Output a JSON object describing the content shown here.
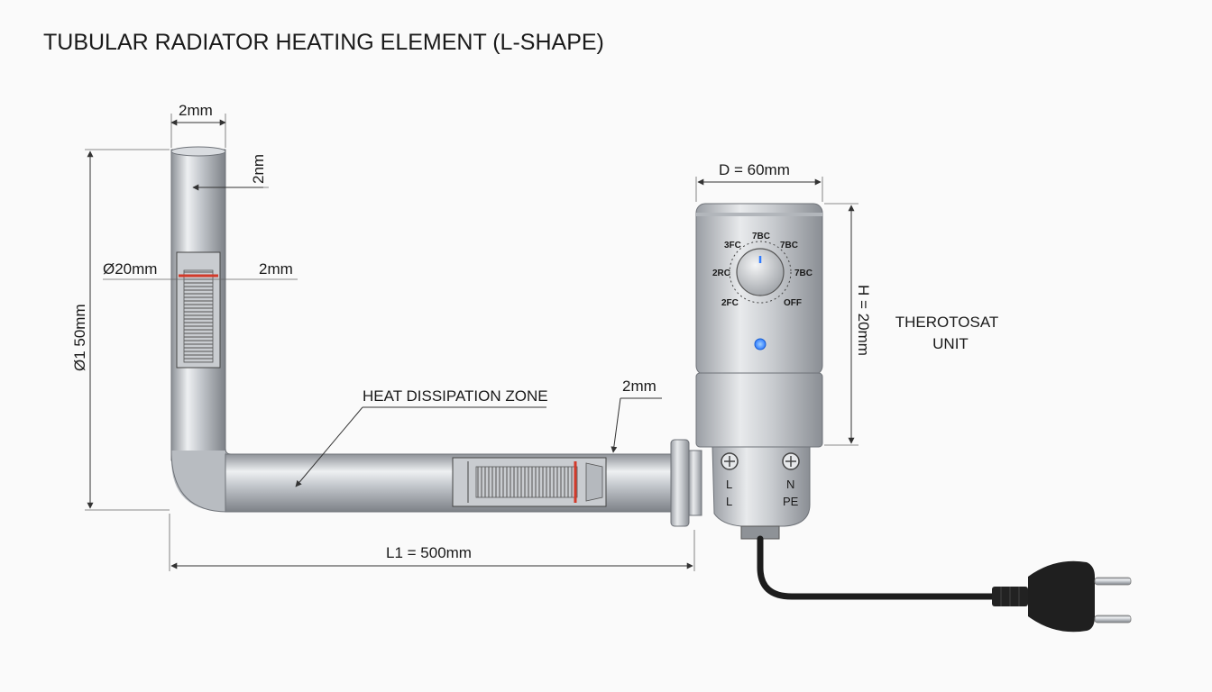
{
  "title": "TUBULAR RADIATOR HEATING ELEMENT (L-SHAPE)",
  "dimensions": {
    "top_width": "2mm",
    "top_side": "2nm",
    "inner_diameter": "Ø20mm",
    "wall": "2mm",
    "height": "Ø1 50mm",
    "zone_wall": "2mm",
    "length": "L1 = 500mm",
    "thermostat_diameter": "D = 60mm",
    "thermostat_height": "H = 20mm"
  },
  "labels": {
    "heat_zone": "HEAT DISSIPATION ZONE",
    "thermostat_line1": "THEROTOSAT",
    "thermostat_line2": "UNIT"
  },
  "dial": {
    "ticks": [
      "3FC",
      "7BC",
      "7BC",
      "2RC",
      "7BC",
      "2FC",
      "OFF"
    ]
  },
  "terminals": {
    "left_top": "L",
    "left_bottom": "L",
    "right_top": "N",
    "right_bottom": "PE"
  },
  "colors": {
    "indicator_led": "#2f7bff",
    "coil_marker": "#d23a2a",
    "cable": "#1c1c1c"
  }
}
